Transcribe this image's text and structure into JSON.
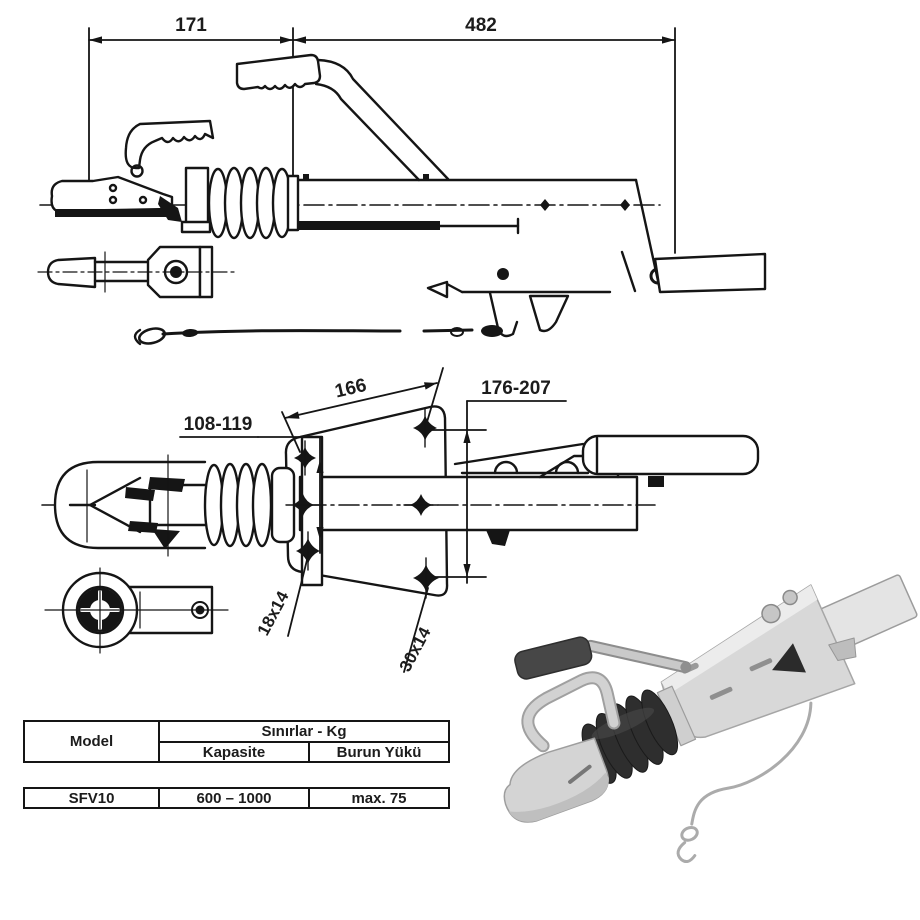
{
  "page": {
    "background": "#ffffff"
  },
  "drawing": {
    "line_color": "#151515",
    "side_view": {
      "dim_total_left": "171",
      "dim_total_right": "482"
    },
    "top_view": {
      "dim_bolt_spacing": "166",
      "dim_hole_span": "176-207",
      "dim_body_width": "108-119",
      "slot_front": "18x14",
      "slot_rear": "30x14"
    }
  },
  "spec_table": {
    "col_model": "Model",
    "group_limits": "Sınırlar - Kg",
    "col_capacity": "Kapasite",
    "col_nose_load": "Burun Yükü",
    "rows": [
      {
        "model": "SFV10",
        "capacity": "600 – 1000",
        "nose_load": "max. 75"
      }
    ]
  },
  "photo": {
    "body_color": "#d8d8d8",
    "tube_color": "#e4e4e4",
    "bellows_color": "#2e2e2e",
    "grip_color": "#474747",
    "cable_color": "#ababab"
  }
}
